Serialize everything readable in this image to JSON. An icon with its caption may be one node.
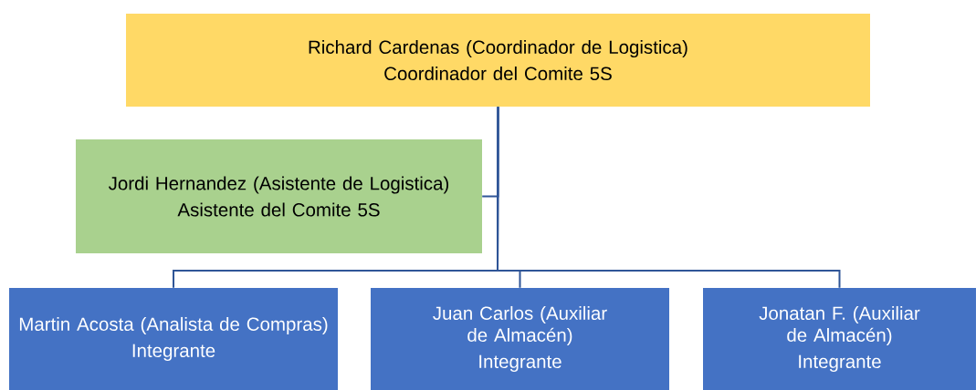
{
  "diagram": {
    "nodes": [
      {
        "text": [
          "Richard Cardenas (Coordinador de Logistica)",
          "Coordinador del Comite 5S"
        ]
      },
      {
        "text": [
          "Jordi Hernandez (Asistente de Logistica)",
          "Asistente del Comite 5S"
        ]
      },
      {
        "text": [
          "Martin Acosta (Analista de Compras)",
          "Integrante"
        ]
      },
      {
        "text": [
          "Juan Carlos (Auxiliar de Almacén)",
          "Integrante"
        ]
      },
      {
        "text": [
          "Jonatan F. (Auxiliar de Almacén)",
          "Integrante"
        ]
      }
    ],
    "edges": [
      {
        "from": 0,
        "to": 1,
        "arrow": "none"
      },
      {
        "from": 0,
        "to": 2,
        "arrow": "none"
      },
      {
        "from": 0,
        "to": 3,
        "arrow": "none"
      },
      {
        "from": 0,
        "to": 4,
        "arrow": "none"
      }
    ]
  }
}
